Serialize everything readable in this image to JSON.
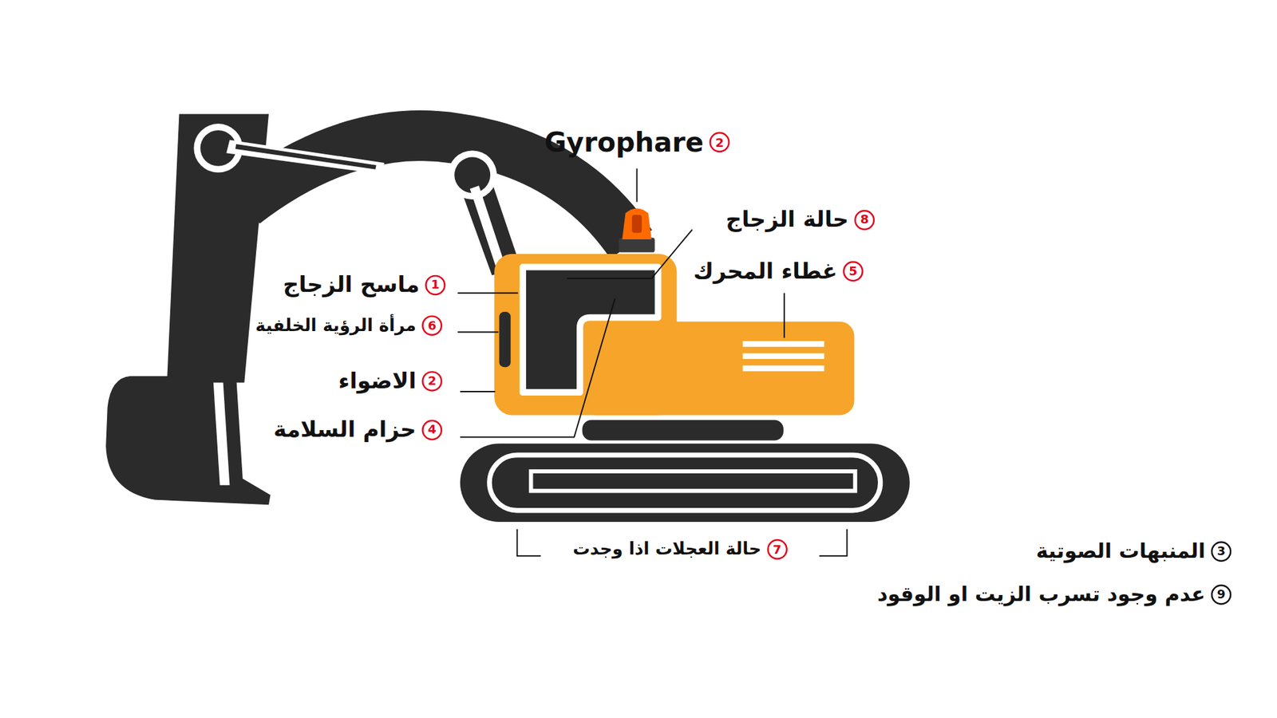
{
  "diagram": {
    "labels": [
      "Gyrophare",
      "2",
      "8",
      "حالة الزجاج",
      "1",
      "ماسح الزجاج",
      "5",
      "غطاء المحرك",
      "6",
      "مرأة الرؤية الخلفية",
      "2",
      "الاضواء",
      "4",
      "حزام السلامة",
      "7",
      "حالة العجلات اذا وجدت",
      "3",
      "المنبهات الصوتية",
      "9",
      "عدم وجود تسرب الزيت او الوقود"
    ]
  }
}
